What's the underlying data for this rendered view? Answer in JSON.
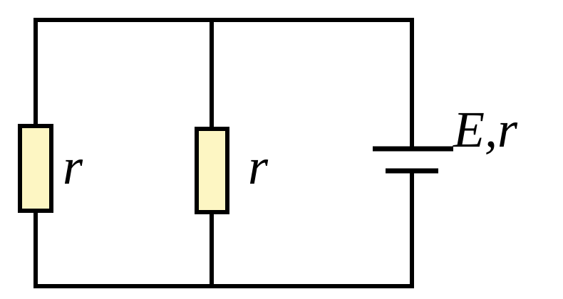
{
  "circuit": {
    "resistor_left_label": "r",
    "resistor_middle_label": "r",
    "battery_label": "E,r",
    "resistor_fill": "#fdf6c3",
    "wire_color": "#000000"
  }
}
